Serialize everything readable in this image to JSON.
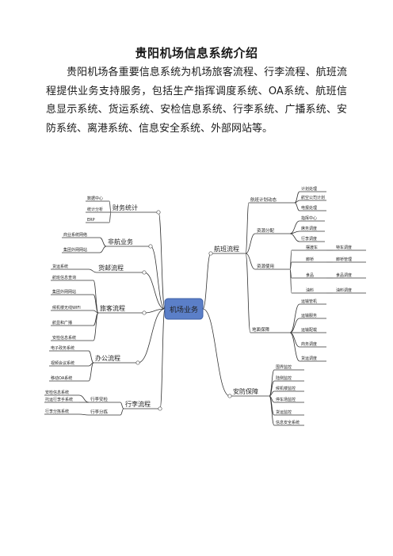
{
  "document": {
    "title": "贵阳机场信息系统介绍",
    "intro": "贵阳机场各重要信息系统为机场旅客流程、行李流程、航班流程提供业务支持服务，包括生产指挥调度系统、OA系统、航班信息显示系统、货运系统、安检信息系统、行李系统、广播系统、安防系统、离港系统、信息安全系统、外部网站等。"
  },
  "mindmap": {
    "center": "机场业务",
    "left": [
      {
        "label": "财务统计",
        "children": [
          "数据中心",
          "统计分析",
          "ERP"
        ]
      },
      {
        "label": "非航业务",
        "children": [
          "商业系统网络",
          "集团外网网站"
        ]
      },
      {
        "label": "货邮流程",
        "children": [
          "货运系统"
        ]
      },
      {
        "label": "旅客流程",
        "children": [
          "航班信息查询",
          "集团外网网站",
          "候机楼无线WIFI",
          "航显和广播",
          "安检信息系统"
        ]
      },
      {
        "label": "办公流程",
        "children": [
          "电子政务系统",
          "视频会议系统",
          "移动OA系统"
        ]
      },
      {
        "label": "行李流程",
        "children": [
          {
            "label": "行李安检",
            "children": [
              "安检信息系统",
              "托运行李手系统"
            ]
          },
          {
            "label": "行李分拣",
            "children": [
              "行李分拣系统"
            ]
          }
        ]
      }
    ],
    "right": [
      {
        "label": "航班流程",
        "children": [
          {
            "label": "航班计划动态",
            "children": [
              "计划处理",
              "航空公司计划",
              "电报处理"
            ]
          },
          {
            "label": "资源分配",
            "children": [
              "指挥中心",
              "席务调度",
              "行李调度"
            ]
          },
          {
            "label": "资源使用",
            "children": [
              {
                "label": "摆渡车",
                "child": "特车调度"
              },
              {
                "label": "廊桥",
                "child": "廊桥管理"
              },
              {
                "label": "食品",
                "child": "食品调度"
              },
              {
                "label": "油料",
                "child": "油料调度"
              }
            ]
          },
          {
            "label": "地面保障",
            "children": [
              "运输管机",
              "运输服务",
              "运输配载",
              "商务调度",
              "货运调度"
            ]
          }
        ]
      },
      {
        "label": "安防保障",
        "children": [
          "围界监控",
          "陆侧监控",
          "候机楼监控",
          "停车场监控",
          "货运监控",
          "信息安全系统"
        ]
      }
    ]
  }
}
